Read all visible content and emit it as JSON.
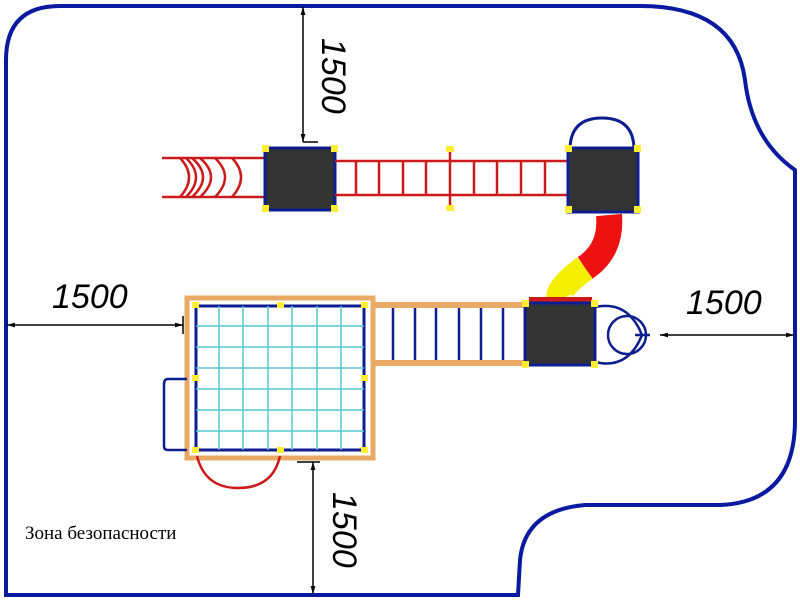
{
  "dimensions": {
    "top": "1500",
    "left": "1500",
    "right": "1500",
    "bottom": "1500"
  },
  "zone_label": "Зона безопасности",
  "colors": {
    "boundary": "#0a1aa0",
    "tower": "#333333",
    "tower_border": "#0d1f8f",
    "corner": "#ffee33",
    "ladder": "#cc1a1a",
    "frame": "#e8aa66",
    "net": "#55c8d0",
    "slide_red": "#ee1111",
    "slide_yellow": "#f5f000"
  }
}
